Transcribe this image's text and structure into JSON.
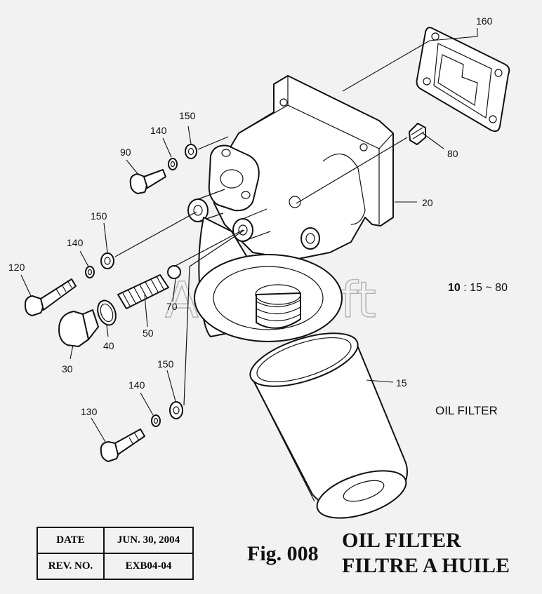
{
  "callouts": [
    "160",
    "150",
    "140",
    "90",
    "80",
    "20",
    "150",
    "140",
    "120",
    "70",
    "40",
    "50",
    "30",
    "15",
    "150",
    "140",
    "130"
  ],
  "watermark": "AutoSoft",
  "ratio": {
    "prefix": "10",
    "text": ": 15 ~ 80"
  },
  "oil_filter_label": "OIL FILTER",
  "table": {
    "date_label": "DATE",
    "date_value": "JUN. 30, 2004",
    "rev_label": "REV. NO.",
    "rev_value": "EXB04-04"
  },
  "figure": {
    "number": "Fig. 008",
    "title_en": "OIL FILTER",
    "title_fr": "FILTRE A HUILE"
  }
}
